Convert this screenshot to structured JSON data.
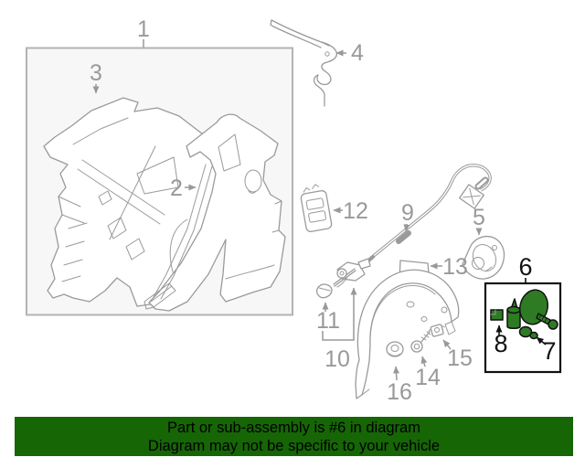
{
  "diagram": {
    "callouts": {
      "n1": "1",
      "n2": "2",
      "n3": "3",
      "n4": "4",
      "n5": "5",
      "n6": "6",
      "n7": "7",
      "n8": "8",
      "n9": "9",
      "n10": "10",
      "n11": "11",
      "n12": "12",
      "n13": "13",
      "n14": "14",
      "n15": "15",
      "n16": "16"
    },
    "highlighted_part_number": "6"
  },
  "banner": {
    "line1": "Part or sub-assembly is #6 in diagram",
    "line2": "Diagram may not be specific to your vehicle"
  },
  "colors": {
    "part_highlight_green": "#2e7b24",
    "banner_green": "#166606",
    "diagram_line_gray": "#9a9a9a",
    "callout_gray": "#999999",
    "highlight_outline_black": "#111111",
    "inset_box_fill": "#f7f7f7"
  }
}
